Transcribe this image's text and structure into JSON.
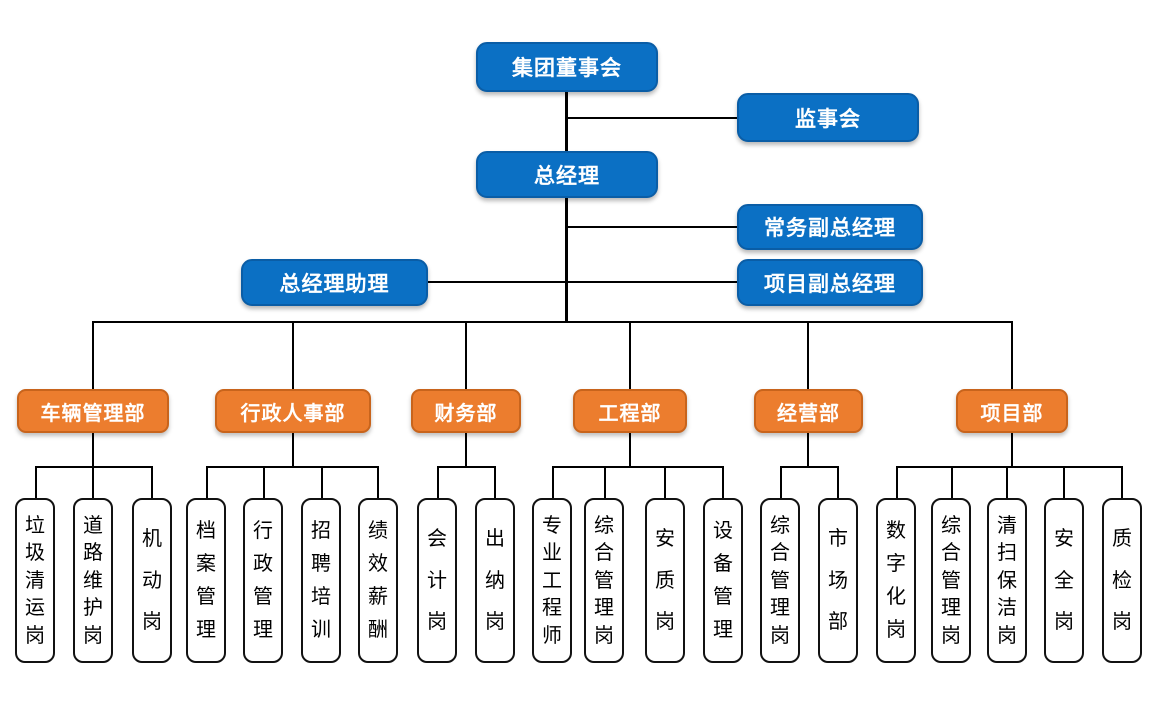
{
  "colors": {
    "executive_blue": "#0b70c4",
    "department_orange": "#ec7d2e",
    "line_black": "#000000",
    "position_box_bg": "#ffffff"
  },
  "org": {
    "board": "集团董事会",
    "supervisory": "监事会",
    "general_manager": "总经理",
    "executive_deputy_gm": "常务副总经理",
    "gm_assistant": "总经理助理",
    "project_deputy_gm": "项目副总经理",
    "departments": [
      {
        "label": "车辆管理部",
        "children": [
          "垃圾清运岗",
          "道路维护岗",
          "机动岗"
        ]
      },
      {
        "label": "行政人事部",
        "children": [
          "档案管理",
          "行政管理",
          "招聘培训",
          "绩效薪酬"
        ]
      },
      {
        "label": "财务部",
        "children": [
          "会计岗",
          "出纳岗"
        ]
      },
      {
        "label": "工程部",
        "children": [
          "专业工程师",
          "综合管理岗",
          "安质岗",
          "设备管理"
        ]
      },
      {
        "label": "经营部",
        "children": [
          "综合管理岗",
          "市场部"
        ]
      },
      {
        "label": "项目部",
        "children": [
          "数字化岗",
          "综合管理岗",
          "清扫保洁岗",
          "安全岗",
          "质检岗"
        ]
      }
    ]
  }
}
